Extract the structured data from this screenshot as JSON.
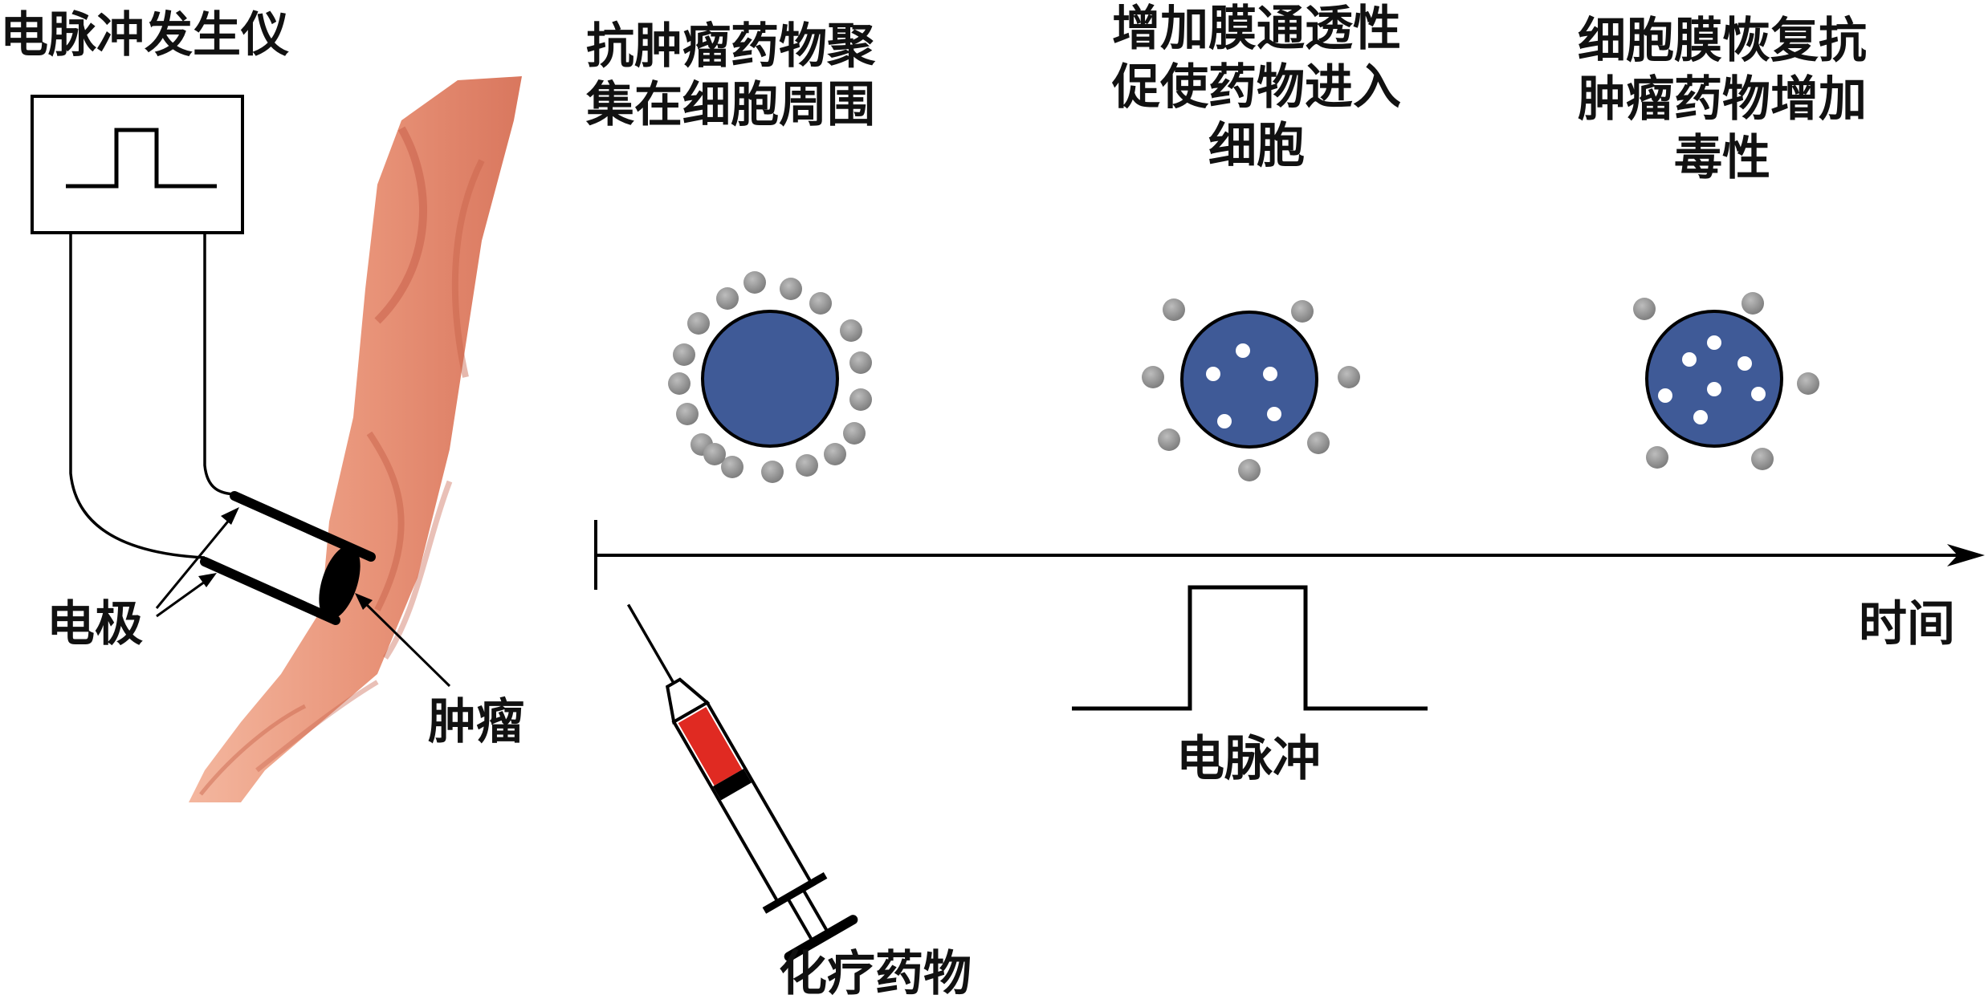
{
  "labels": {
    "device": "电脉冲发生仪",
    "electrode": "电极",
    "tumor": "肿瘤",
    "chemo_drug": "化疗药物",
    "pulse": "电脉冲",
    "time": "时间"
  },
  "stages": [
    {
      "line1": "抗肿瘤药物聚",
      "line2": "集在细胞周围",
      "line3": ""
    },
    {
      "line1": "增加膜通透性",
      "line2": "促使药物进入",
      "line3": "细胞"
    },
    {
      "line1": "细胞膜恢复抗",
      "line2": "肿瘤药物增加",
      "line3": "毒性"
    }
  ],
  "colors": {
    "cell_fill": "#3f5a97",
    "drug_particle": "#8a8a8a",
    "syringe_red": "#e02a22",
    "skin": "#ec9a80",
    "line": "#000000"
  }
}
